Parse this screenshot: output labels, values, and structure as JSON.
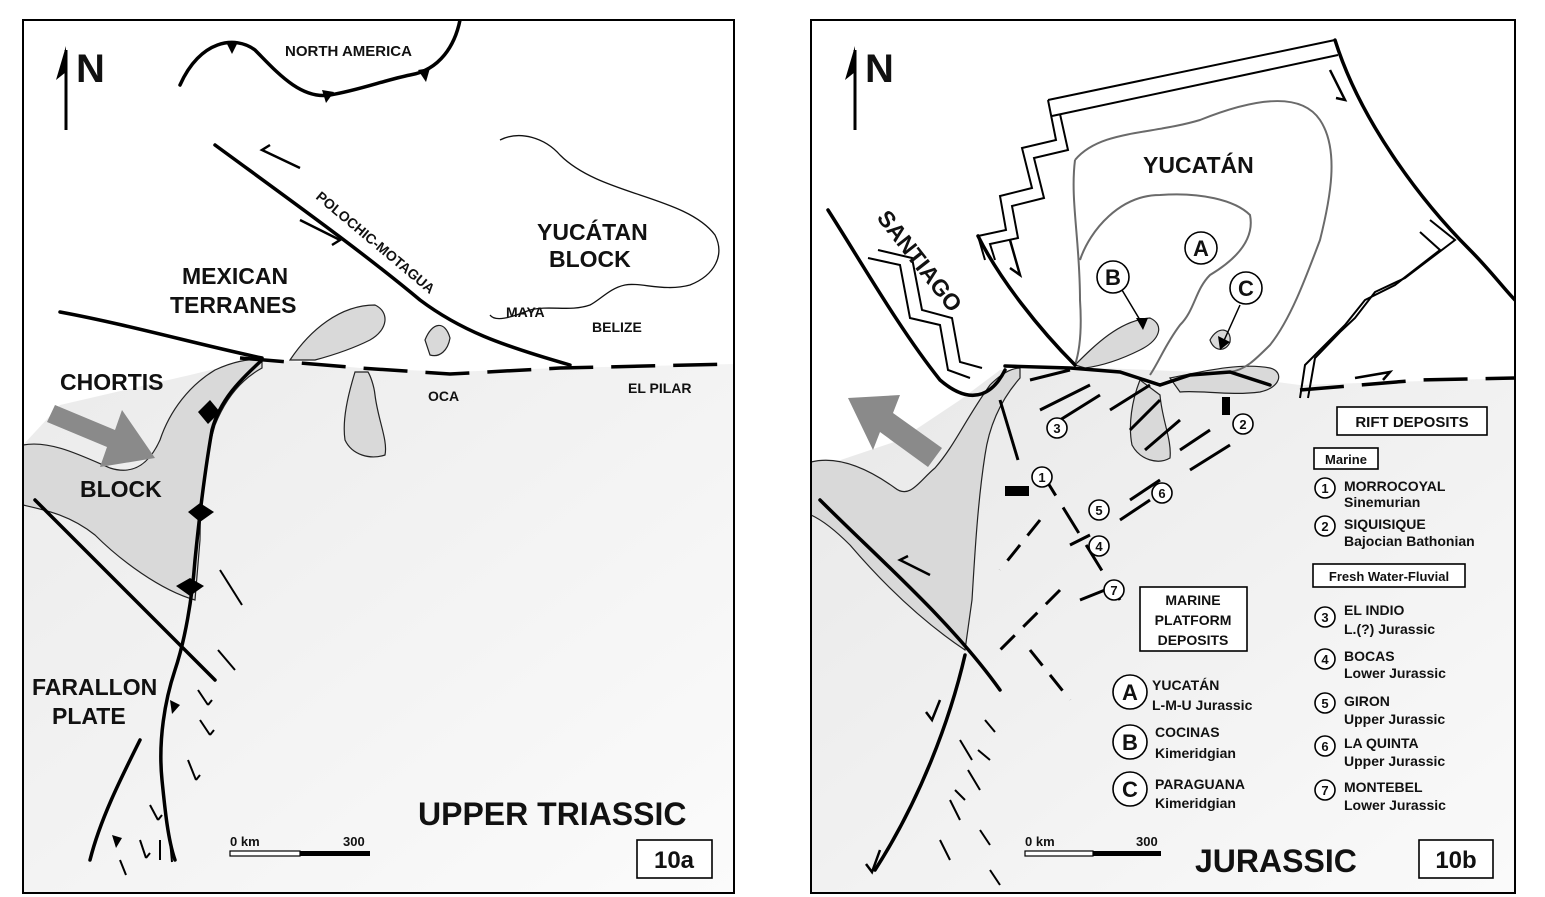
{
  "panel_a": {
    "north": "N",
    "labels": {
      "north_america": "NORTH AMERICA",
      "polochic": "POLOCHIC-MOTAGUA",
      "yucatan_block_1": "YUCÁTAN",
      "yucatan_block_2": "BLOCK",
      "mexican_1": "MEXICAN",
      "mexican_2": "TERRANES",
      "maya": "MAYA",
      "belize": "BELIZE",
      "chortis": "CHORTIS",
      "block": "BLOCK",
      "oca": "OCA",
      "el_pilar": "EL PILAR",
      "farallon_1": "FARALLON",
      "farallon_2": "PLATE"
    },
    "scale": {
      "start": "0 km",
      "end": "300"
    },
    "age": "UPPER TRIASSIC",
    "fig": "10a"
  },
  "panel_b": {
    "north": "N",
    "labels": {
      "yucatan": "YUCATÁN",
      "santiago": "SANTIAGO",
      "a": "A",
      "b": "B",
      "c": "C"
    },
    "map_numbers": [
      "1",
      "2",
      "3",
      "4",
      "5",
      "6",
      "7"
    ],
    "rift_title": "RIFT DEPOSITS",
    "marine_title": "Marine",
    "marine_items": [
      {
        "num": "1",
        "name": "MORROCOYAL",
        "age": "Sinemurian"
      },
      {
        "num": "2",
        "name": "SIQUISIQUE",
        "age": "Bajocian Bathonian"
      }
    ],
    "fresh_title": "Fresh Water-Fluvial",
    "fresh_items": [
      {
        "num": "3",
        "name": "EL INDIO",
        "age": "L.(?) Jurassic"
      },
      {
        "num": "4",
        "name": "BOCAS",
        "age": "Lower Jurassic"
      },
      {
        "num": "5",
        "name": "GIRON",
        "age": "Upper Jurassic"
      },
      {
        "num": "6",
        "name": "LA QUINTA",
        "age": "Upper Jurassic"
      },
      {
        "num": "7",
        "name": "MONTEBEL",
        "age": "Lower Jurassic"
      }
    ],
    "platform_title": [
      "MARINE",
      "PLATFORM",
      "DEPOSITS"
    ],
    "platform_items": [
      {
        "letter": "A",
        "name": "YUCATÁN",
        "age": "L-M-U Jurassic"
      },
      {
        "letter": "B",
        "name": "COCINAS",
        "age": "Kimeridgian"
      },
      {
        "letter": "C",
        "name": "PARAGUANA",
        "age": "Kimeridgian"
      }
    ],
    "scale": {
      "start": "0 km",
      "end": "300"
    },
    "age": "JURASSIC",
    "fig": "10b"
  }
}
